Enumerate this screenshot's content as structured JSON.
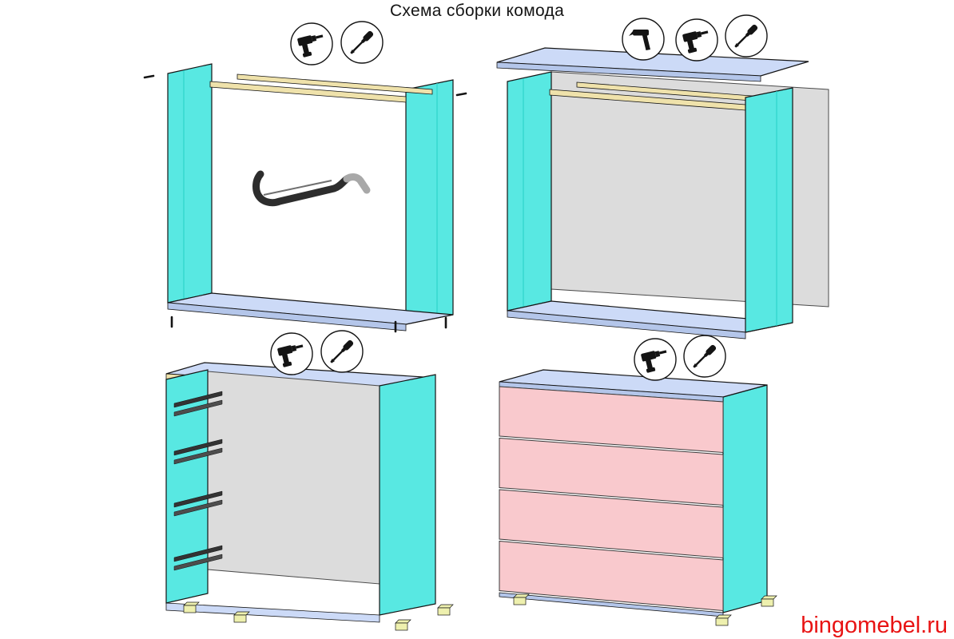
{
  "title": "Схема сборки комода",
  "watermark": "bingomebel.ru",
  "colors": {
    "side_panel": "#58e8e2",
    "side_panel_dark": "#25cfc7",
    "panel_light": "#ccdaf7",
    "panel_light_dark": "#b4c6ea",
    "back_panel": "#dcdcdc",
    "drawer_front": "#f9c9cd",
    "rail_wood": "#efe2ab",
    "feet": "#eef0ae",
    "metal_dark": "#3c3c3c",
    "watermark": "#e81313"
  },
  "steps": [
    {
      "id": 1,
      "name": "frame-with-rails-and-hex-key",
      "tools": [
        "drill-icon",
        "screwdriver-icon"
      ]
    },
    {
      "id": 2,
      "name": "back-panel-and-top-panel",
      "tools": [
        "hammer-icon",
        "drill-icon",
        "screwdriver-icon"
      ]
    },
    {
      "id": 3,
      "name": "drawer-slides-and-feet",
      "tools": [
        "drill-icon",
        "screwdriver-icon"
      ]
    },
    {
      "id": 4,
      "name": "finished-dresser-with-drawers",
      "tools": [
        "drill-icon",
        "screwdriver-icon"
      ]
    }
  ]
}
